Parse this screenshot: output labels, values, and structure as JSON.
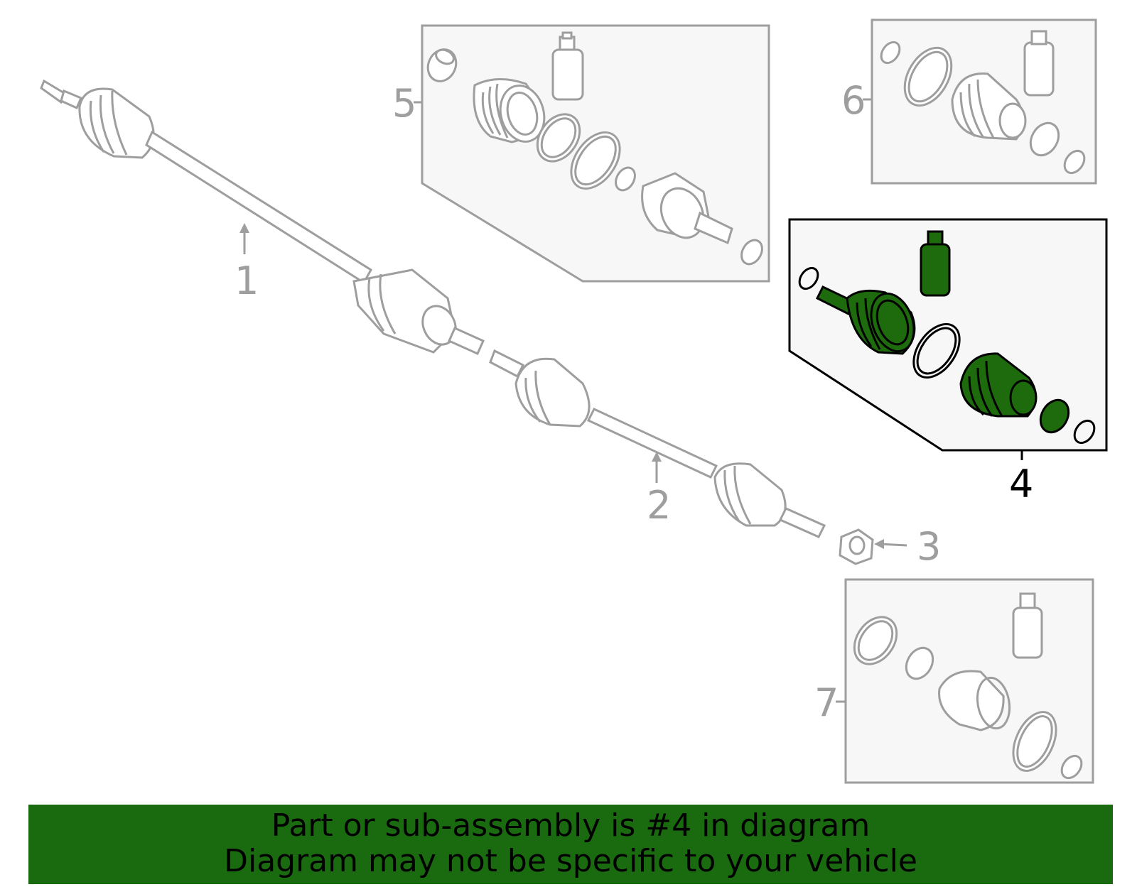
{
  "callouts": {
    "c1": "1",
    "c2": "2",
    "c3": "3",
    "c4": "4",
    "c5": "5",
    "c6": "6",
    "c7": "7"
  },
  "banner": {
    "line1": "Part or sub-assembly is #4 in diagram",
    "line2": "Diagram may not be specific to your vehicle"
  },
  "colors": {
    "line_gray": "#9e9e9e",
    "highlight_green": "#1e6b0e",
    "banner_green": "#1a6a10",
    "panel_fill": "#f7f7f7"
  }
}
